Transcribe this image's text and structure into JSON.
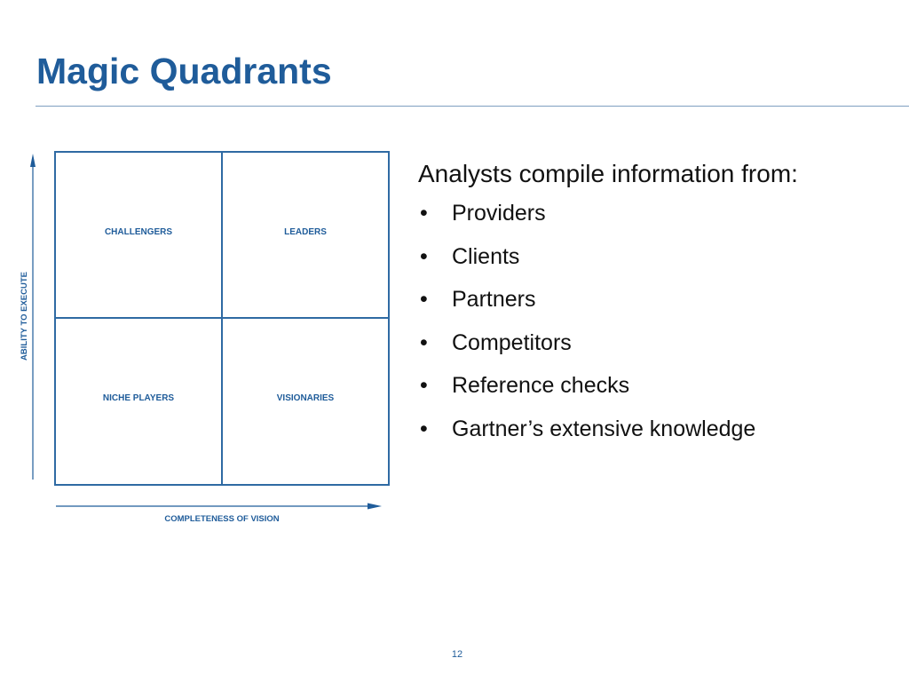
{
  "slide": {
    "title": "Magic Quadrants",
    "page_number": "12"
  },
  "quadrant": {
    "top_left": "CHALLENGERS",
    "top_right": "LEADERS",
    "bottom_left": "NICHE PLAYERS",
    "bottom_right": "VISIONARIES",
    "y_axis_label": "ABILITY TO EXECUTE",
    "x_axis_label": "COMPLETENESS OF VISION"
  },
  "content": {
    "intro": "Analysts compile information from:",
    "bullet_char": "•",
    "bullets": [
      "Providers",
      "Clients",
      "Partners",
      "Competitors",
      "Reference checks",
      "Gartner’s extensive knowledge"
    ]
  },
  "colors": {
    "accent": "#1f5c9a",
    "rule": "#7f9fc0",
    "text": "#111111",
    "background": "#ffffff"
  }
}
